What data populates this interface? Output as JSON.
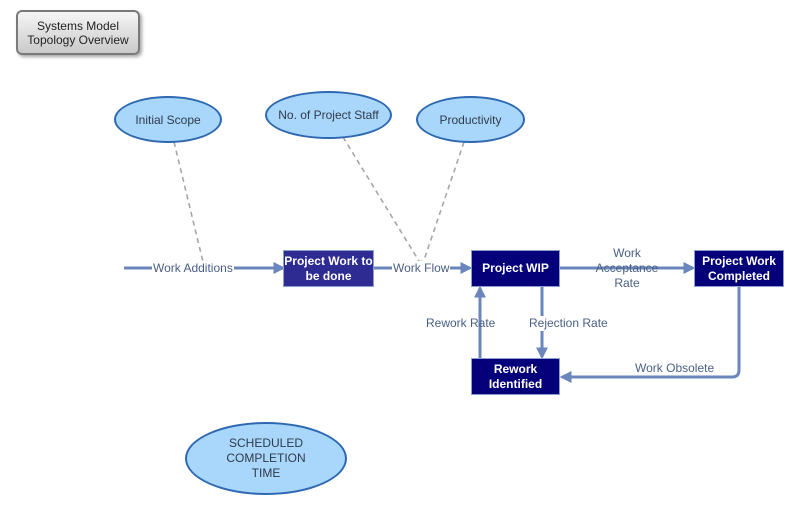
{
  "title_button": {
    "label": "Systems Model\nTopology Overview"
  },
  "nodes": {
    "initial_scope": "Initial Scope",
    "project_staff": "No. of Project Staff",
    "productivity": "Productivity",
    "work_to_be_done": "Project Work to be done",
    "project_wip": "Project WIP",
    "work_completed": "Project Work Completed",
    "rework_identified": "Rework Identified",
    "scheduled_completion": "SCHEDULED COMPLETION TIME"
  },
  "flows": {
    "work_additions": "Work Additions",
    "work_flow": "Work Flow",
    "work_acceptance_rate": "Work\nAcceptance\nRate",
    "rework_rate": "Rework Rate",
    "rejection_rate": "Rejection Rate",
    "work_obsolete": "Work Obsolete"
  },
  "colors": {
    "flow_line": "#6b86bd",
    "influence_line": "#a6a6a6",
    "ellipse_fill": "#a9d6fb",
    "ellipse_border": "#2d68b0",
    "stock_light": "#2e2b92",
    "stock_dark": "#05007a"
  }
}
